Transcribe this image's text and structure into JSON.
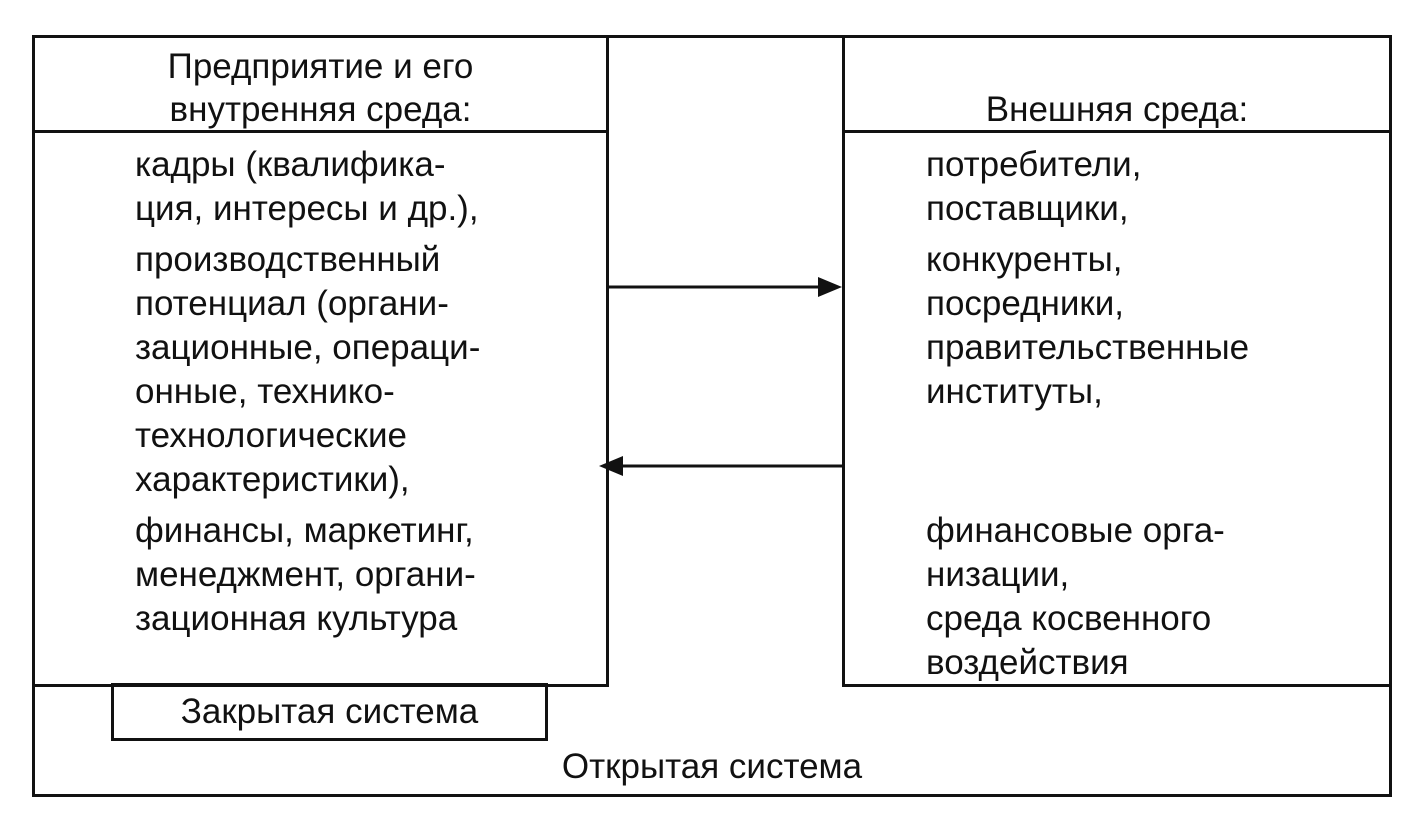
{
  "left_block": {
    "header_line1": "Предприятие и его",
    "header_line2": "внутренняя среда:",
    "items": [
      "кадры (квалифика-",
      "ция, интересы и др.),",
      "производственный",
      "потенциал (органи-",
      "зационные, операци-",
      "онные, технико-",
      "технологические",
      "характеристики),",
      "финансы, маркетинг,",
      "менеджмент, органи-",
      "зационная культура"
    ]
  },
  "right_block": {
    "header": "Внешняя среда:",
    "items": [
      "потребители,",
      "поставщики,",
      "конкуренты,",
      "посредники,",
      "правительственные",
      "институты,",
      "финансовые орга-",
      "низации,",
      "среда косвенного",
      "воздействия"
    ]
  },
  "closed_system_label": "Закрытая система",
  "open_system_label": "Открытая система"
}
